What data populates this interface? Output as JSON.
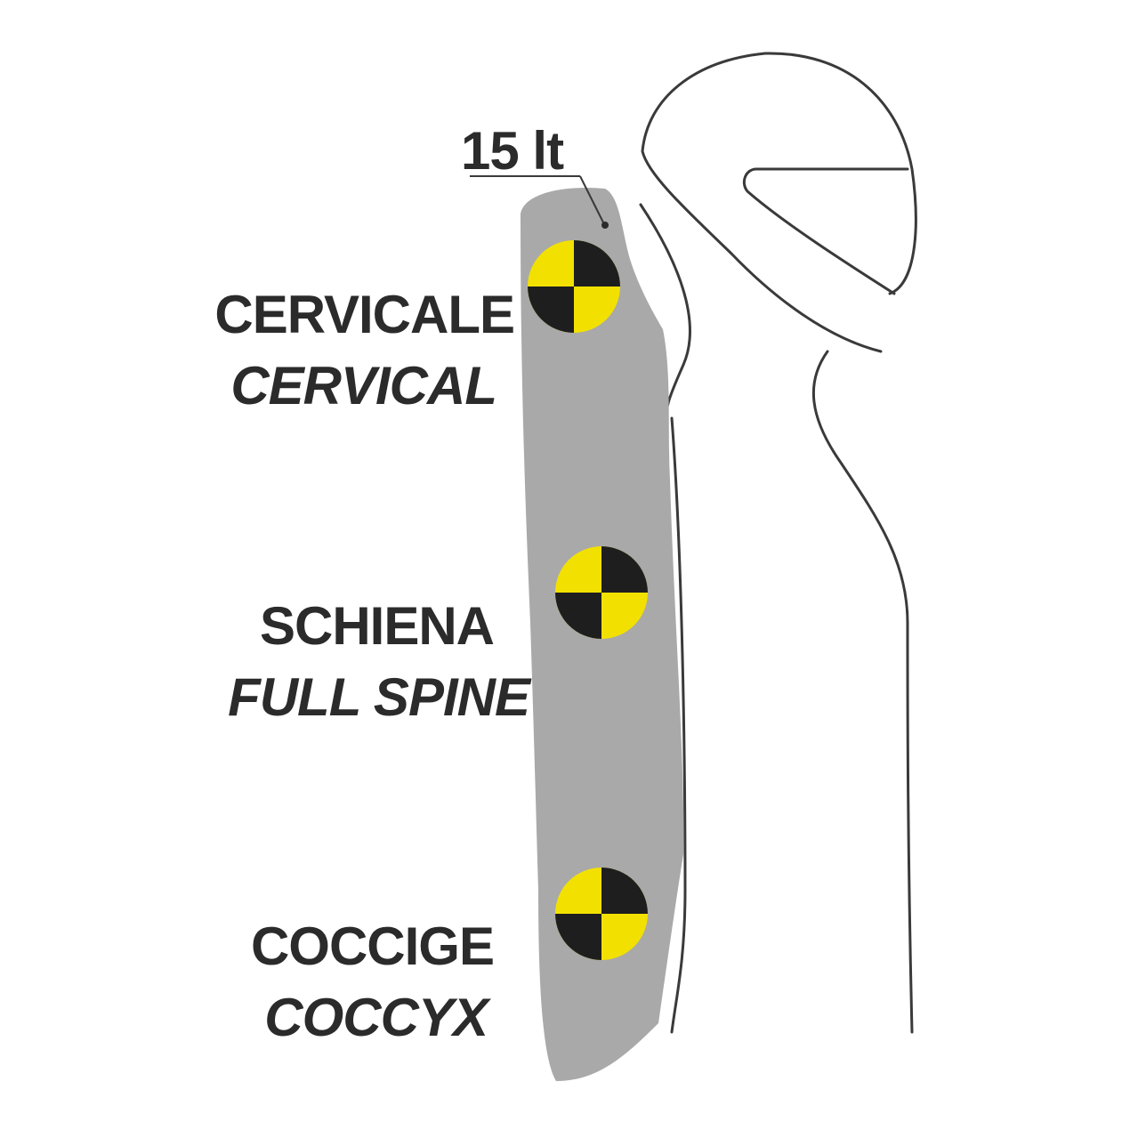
{
  "capacity_label": "15 lt",
  "zones": [
    {
      "name_it": "CERVICALE",
      "name_en": "CERVICAL"
    },
    {
      "name_it": "SCHIENA",
      "name_en": "FULL SPINE"
    },
    {
      "name_it": "COCCIGE",
      "name_en": "COCCYX"
    }
  ],
  "colors": {
    "protector": "#a9a9a9",
    "marker_yellow": "#f2e100",
    "marker_black": "#1e1e1e",
    "outline": "#3a3a3a",
    "text": "#2b2b2b"
  },
  "icons": [
    "rider-helmet-outline",
    "crash-test-marker-icon"
  ]
}
